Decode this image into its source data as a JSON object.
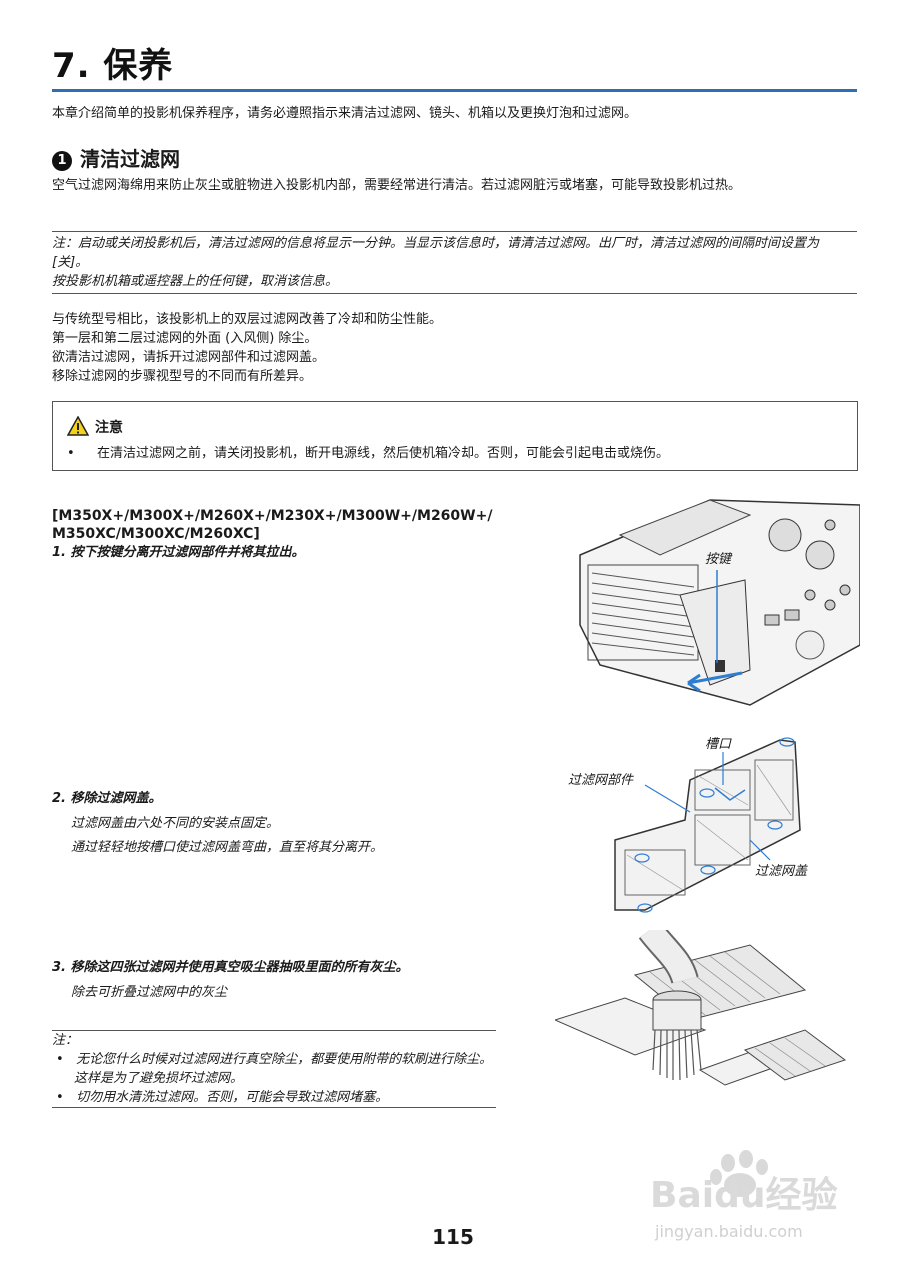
{
  "chapter": {
    "title": "7. 保养"
  },
  "intro": "本章介绍简单的投影机保养程序，请务必遵照指示来清洁过滤网、镜头、机箱以及更换灯泡和过滤网。",
  "section": {
    "number": "1",
    "heading": "清洁过滤网",
    "paragraph": "空气过滤网海绵用来防止灰尘或脏物进入投影机内部，需要经常进行清洁。若过滤网脏污或堵塞，可能导致投影机过热。"
  },
  "note": {
    "line1": "注：启动或关闭投影机后，清洁过滤网的信息将显示一分钟。当显示该信息时，请清洁过滤网。出厂时，清洁过滤网的间隔时间设置为 [关]。",
    "line2": "按投影机机箱或遥控器上的任何键，取消该信息。"
  },
  "info_lines": [
    "与传统型号相比，该投影机上的双层过滤网改善了冷却和防尘性能。",
    "第一层和第二层过滤网的外面 (入风侧) 除尘。",
    "欲清洁过滤网，请拆开过滤网部件和过滤网盖。",
    "移除过滤网的步骤视型号的不同而有所差异。"
  ],
  "caution": {
    "title": "注意",
    "item": "在清洁过滤网之前，请关闭投影机，断开电源线，然后使机箱冷却。否则，可能会引起电击或烧伤。"
  },
  "models": {
    "line1": "[M350X+/M300X+/M260X+/M230X+/M300W+/M260W+/",
    "line2": "M350XC/M300XC/M260XC]"
  },
  "steps": {
    "s1": "1. 按下按键分离开过滤网部件并将其拉出。",
    "s2": "2. 移除过滤网盖。",
    "s2_sub1": "过滤网盖由六处不同的安装点固定。",
    "s2_sub2": "通过轻轻地按槽口使过滤网盖弯曲，直至将其分离开。",
    "s3": "3. 移除这四张过滤网并使用真空吸尘器抽吸里面的所有灰尘。",
    "s3_sub": "除去可折叠过滤网中的灰尘"
  },
  "note2": {
    "title": "注：",
    "items": [
      "无论您什么时候对过滤网进行真空除尘，都要使用附带的软刷进行除尘。这样是为了避免损坏过滤网。",
      "切勿用水清洗过滤网。否则，可能会导致过滤网堵塞。"
    ]
  },
  "figure_labels": {
    "button": "按键",
    "slot": "槽口",
    "filter_unit": "过滤网部件",
    "filter_cover": "过滤网盖"
  },
  "watermark": {
    "brand": "Baidu经验",
    "url": "jingyan.baidu.com"
  },
  "page_number": "115",
  "colors": {
    "rule_blue": "#2f6db5",
    "arrow_blue": "#2e7dd1",
    "warning_yellow": "#f4d21c"
  }
}
